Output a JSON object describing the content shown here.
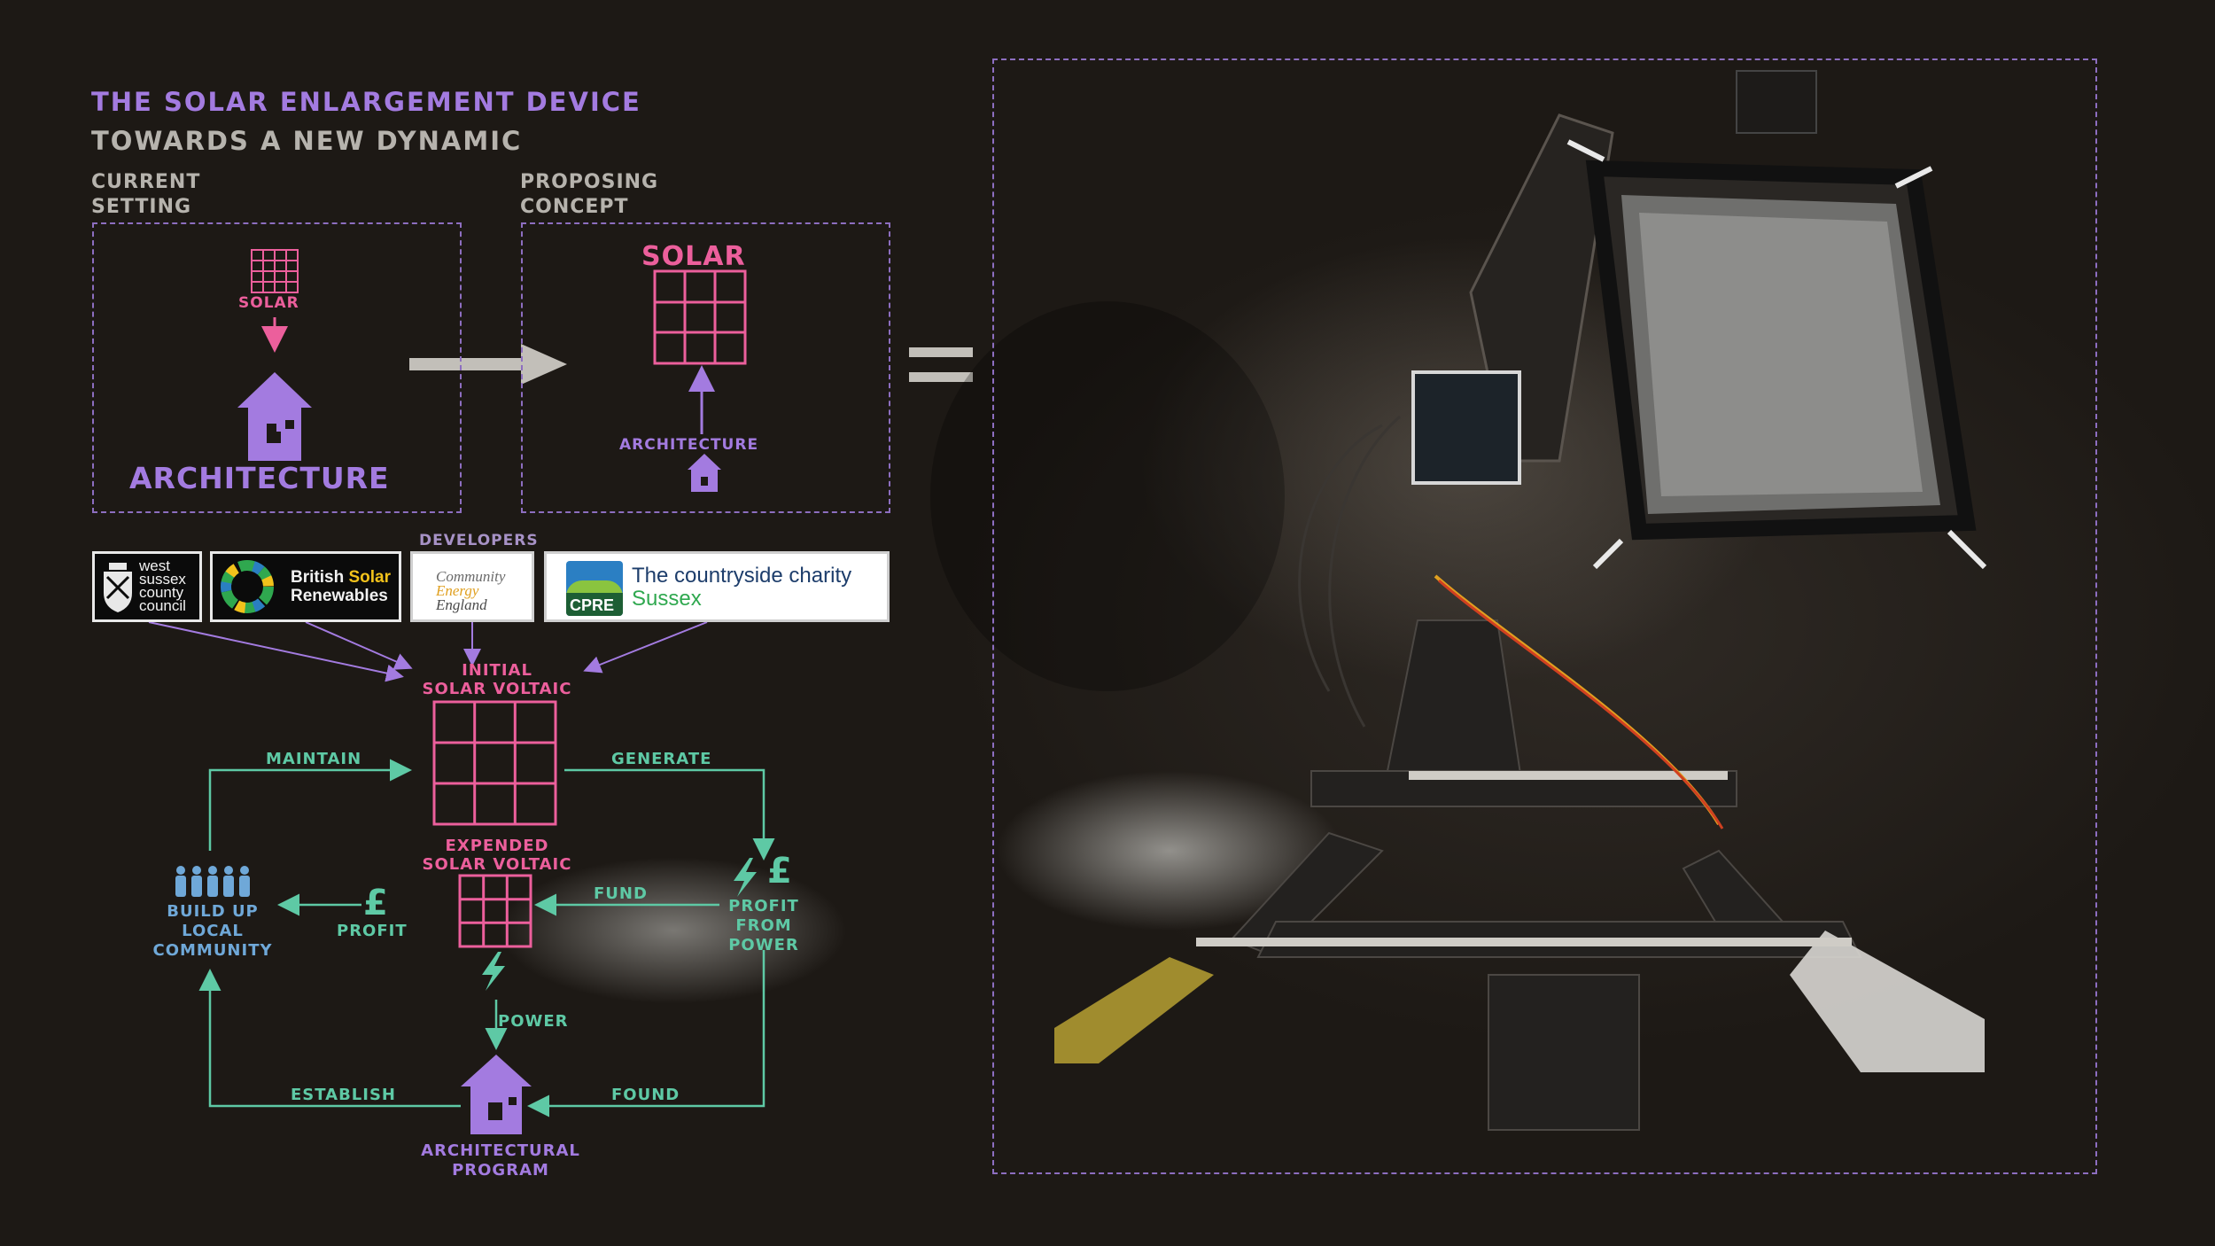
{
  "header": {
    "title": "THE SOLAR ENLARGEMENT DEVICE",
    "subtitle": "TOWARDS A NEW DYNAMIC"
  },
  "current": {
    "heading_line1": "CURRENT",
    "heading_line2": "SETTING",
    "solar_label": "SOLAR",
    "architecture_label": "ARCHITECTURE"
  },
  "proposing": {
    "heading_line1": "PROPOSING",
    "heading_line2": "CONCEPT",
    "solar_label": "SOLAR",
    "architecture_label": "ARCHITECTURE"
  },
  "equals_sign": "=",
  "developers": {
    "label": "DEVELOPERS",
    "wsc": [
      "west",
      "sussex",
      "county",
      "council"
    ],
    "bsr_line1_a": "British ",
    "bsr_line1_b": "Solar",
    "bsr_line2": "Renewables",
    "ce_line1": "Community",
    "ce_line2": "Energy",
    "ce_line3": "England",
    "cpre_badge": "CPRE",
    "cpre_line1": "The countryside charity",
    "cpre_line2": "Sussex"
  },
  "flow": {
    "initial_line1": "INITIAL",
    "initial_line2": "SOLAR VOLTAIC",
    "maintain": "MAINTAIN",
    "generate": "GENERATE",
    "expended_line1": "EXPENDED",
    "expended_line2": "SOLAR VOLTAIC",
    "fund": "FUND",
    "profit_from_line1": "PROFIT",
    "profit_from_line2": "FROM",
    "profit_from_line3": "POWER",
    "profit": "PROFIT",
    "pound": "£",
    "community_line1": "BUILD UP",
    "community_line2": "LOCAL",
    "community_line3": "COMMUNITY",
    "power": "POWER",
    "establish": "ESTABLISH",
    "found": "FOUND",
    "program_line1": "ARCHITECTURAL",
    "program_line2": "PROGRAM"
  },
  "colors": {
    "purple": "#a37be0",
    "pink": "#ec5f9c",
    "teal": "#5ec9a5",
    "blue": "#6fa8d8",
    "grey": "#b6b3ad"
  }
}
